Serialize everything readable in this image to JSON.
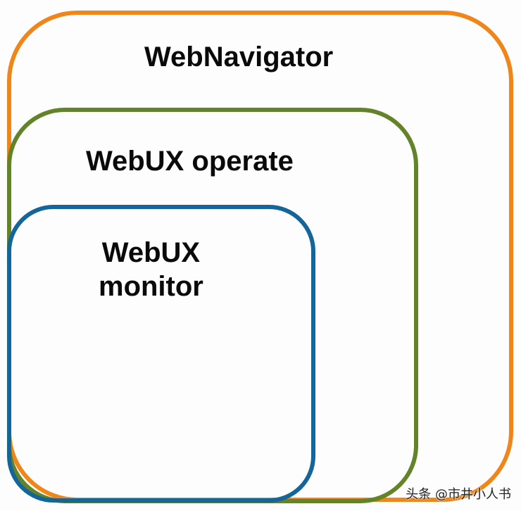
{
  "diagram": {
    "outer": {
      "label": "WebNavigator",
      "color": "#f08519"
    },
    "middle": {
      "label": "WebUX operate",
      "color": "#628327"
    },
    "inner": {
      "label_line1": "WebUX",
      "label_line2": "monitor",
      "color": "#13659a"
    }
  },
  "watermark": "头条 @市井小人书"
}
